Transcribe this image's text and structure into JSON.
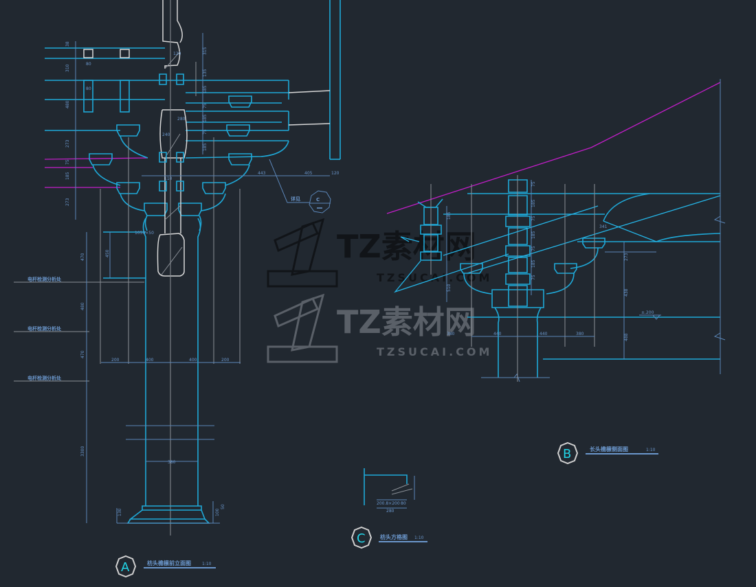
{
  "drawing": {
    "views": [
      {
        "tag": "A",
        "title": "枋头檐檩前立面图",
        "scale": "1:10"
      },
      {
        "tag": "B",
        "title": "长头檐檩侧面图",
        "scale": "1:10"
      },
      {
        "tag": "C",
        "title": "枋头方格图",
        "scale": "1:10"
      }
    ],
    "callout": {
      "text": "详见",
      "tag": "C"
    },
    "left_notes": [
      "电杆检测分析处",
      "电杆检测分析处",
      "电杆检测分析处"
    ],
    "elevation_mark": "±.200",
    "dims_a_left": [
      "38",
      "310",
      "480",
      "273",
      "75",
      "185",
      "273"
    ],
    "dims_a_right": [
      "315",
      "135",
      "185",
      "75",
      "185",
      "75",
      "185"
    ],
    "dims_a_bottom": [
      "200",
      "400",
      "400",
      "200"
    ],
    "dims_a_top_sub": [
      "80",
      "80",
      "120",
      "110",
      "110",
      "130",
      "240",
      "280"
    ],
    "dims_a_brackets": [
      "443",
      "405",
      "120"
    ],
    "dims_a_shaft": [
      "470",
      "480",
      "470",
      "3300",
      "450",
      "1050×50",
      "380",
      "130",
      "100",
      "50"
    ],
    "dims_b": [
      "75",
      "185",
      "75",
      "185",
      "75",
      "185",
      "75",
      "185",
      "510",
      "341",
      "273",
      "438",
      "488",
      "380",
      "440",
      "440",
      "380"
    ],
    "dims_c": [
      "200.8×200",
      "80",
      "280"
    ]
  },
  "watermark": {
    "brand": "TZ素材网",
    "url": "TZSUCAI.COM"
  }
}
